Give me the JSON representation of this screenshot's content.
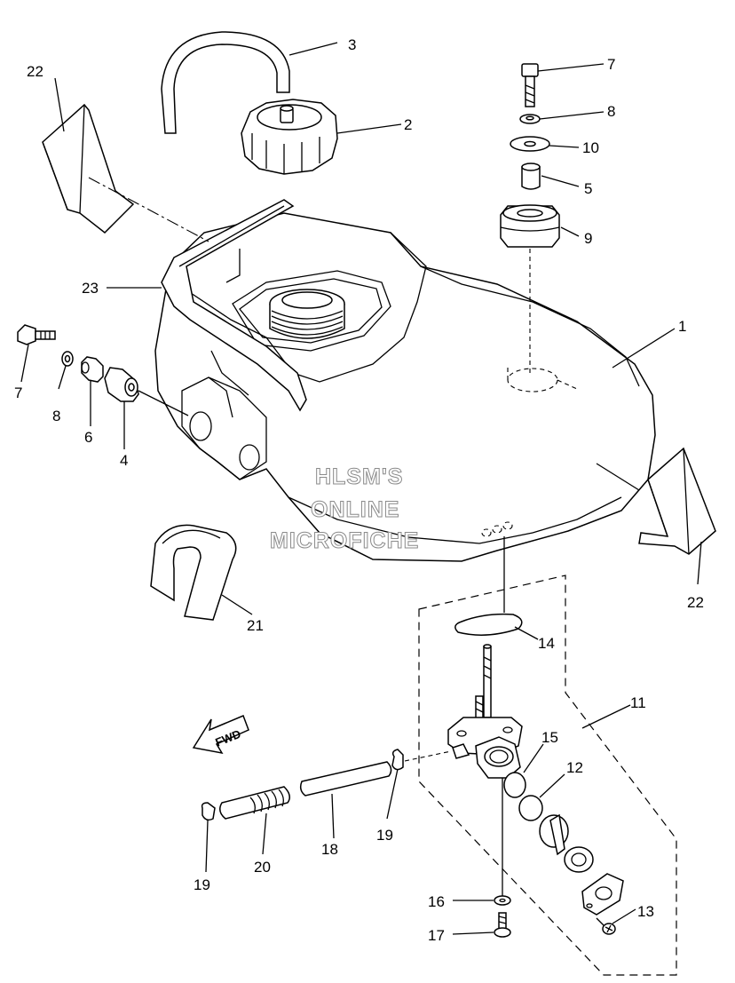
{
  "watermark": {
    "line1": "HLSM'S",
    "line2": "ONLINE",
    "line3": "MICROFICHE"
  },
  "direction_arrow": {
    "label": "FWD"
  },
  "callouts": [
    {
      "id": "c1",
      "number": "1"
    },
    {
      "id": "c2",
      "number": "2"
    },
    {
      "id": "c3",
      "number": "3"
    },
    {
      "id": "c4",
      "number": "4"
    },
    {
      "id": "c5",
      "number": "5"
    },
    {
      "id": "c6",
      "number": "6"
    },
    {
      "id": "c7a",
      "number": "7"
    },
    {
      "id": "c7b",
      "number": "7"
    },
    {
      "id": "c8a",
      "number": "8"
    },
    {
      "id": "c8b",
      "number": "8"
    },
    {
      "id": "c9",
      "number": "9"
    },
    {
      "id": "c10",
      "number": "10"
    },
    {
      "id": "c11",
      "number": "11"
    },
    {
      "id": "c12",
      "number": "12"
    },
    {
      "id": "c13",
      "number": "13"
    },
    {
      "id": "c14",
      "number": "14"
    },
    {
      "id": "c15",
      "number": "15"
    },
    {
      "id": "c16",
      "number": "16"
    },
    {
      "id": "c17",
      "number": "17"
    },
    {
      "id": "c18",
      "number": "18"
    },
    {
      "id": "c19a",
      "number": "19"
    },
    {
      "id": "c19b",
      "number": "19"
    },
    {
      "id": "c20",
      "number": "20"
    },
    {
      "id": "c21",
      "number": "21"
    },
    {
      "id": "c22a",
      "number": "22"
    },
    {
      "id": "c22b",
      "number": "22"
    },
    {
      "id": "c23",
      "number": "23"
    }
  ]
}
